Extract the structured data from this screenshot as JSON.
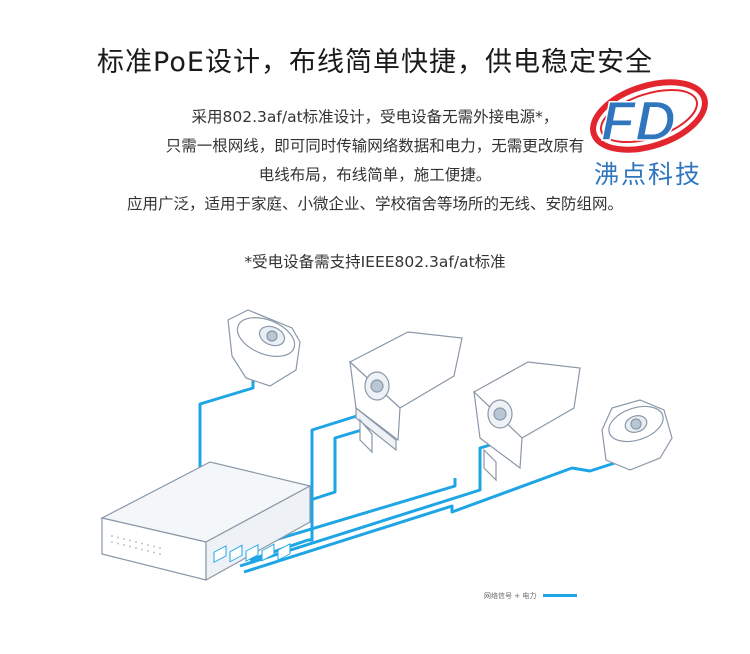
{
  "title": "标准PoE设计，布线简单快捷，供电稳定安全",
  "description_lines": [
    "采用802.3af/at标准设计，受电设备无需外接电源*，",
    "只需一根网线，即可同时传输网络数据和电力，无需更改原有",
    "电线布局，布线简单，施工便捷。",
    "应用广泛，适用于家庭、小微企业、学校宿舍等场所的无线、安防组网。"
  ],
  "footnote": "*受电设备需支持IEEE802.3af/at标准",
  "logo": {
    "letters": "FD",
    "company": "沸点科技",
    "colors": {
      "blue": "#2f76bf",
      "red": "#e3262e"
    }
  },
  "legend": {
    "label": "网络信号 + 电力",
    "color": "#1ea5e6"
  },
  "icons": [
    "dome-camera-icon",
    "bullet-camera-icon",
    "poe-switch-icon"
  ],
  "colors": {
    "cable": "#1ea5e6",
    "outline": "#8a98a8"
  }
}
